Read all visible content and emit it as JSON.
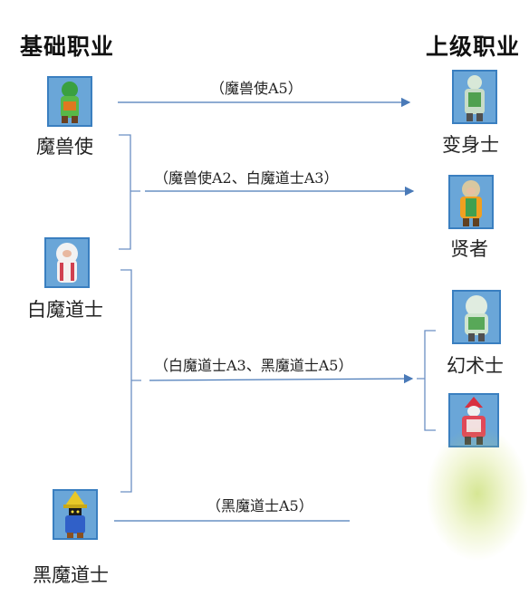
{
  "headers": {
    "basic": "基础职业",
    "advanced": "上级职业"
  },
  "basic_jobs": {
    "beast_tamer": "魔兽使",
    "white_mage": "白魔道士",
    "black_mage": "黑魔道士"
  },
  "advanced_jobs": {
    "shapeshifter": "变身士",
    "sage": "贤者",
    "illusionist": "幻术士"
  },
  "arrows": {
    "beast_to_shapeshifter": "（魔兽使A5）",
    "to_sage": "（魔兽使A2、白魔道士A3）",
    "to_illusionist_group": "（白魔道士A3、黑魔道士A5）",
    "black_to_unknown": "（黑魔道士A5）"
  },
  "colors": {
    "line": "#4a7ab8",
    "bracket": "#6b8fc4",
    "sprite_bg": "#2a6fb0"
  }
}
